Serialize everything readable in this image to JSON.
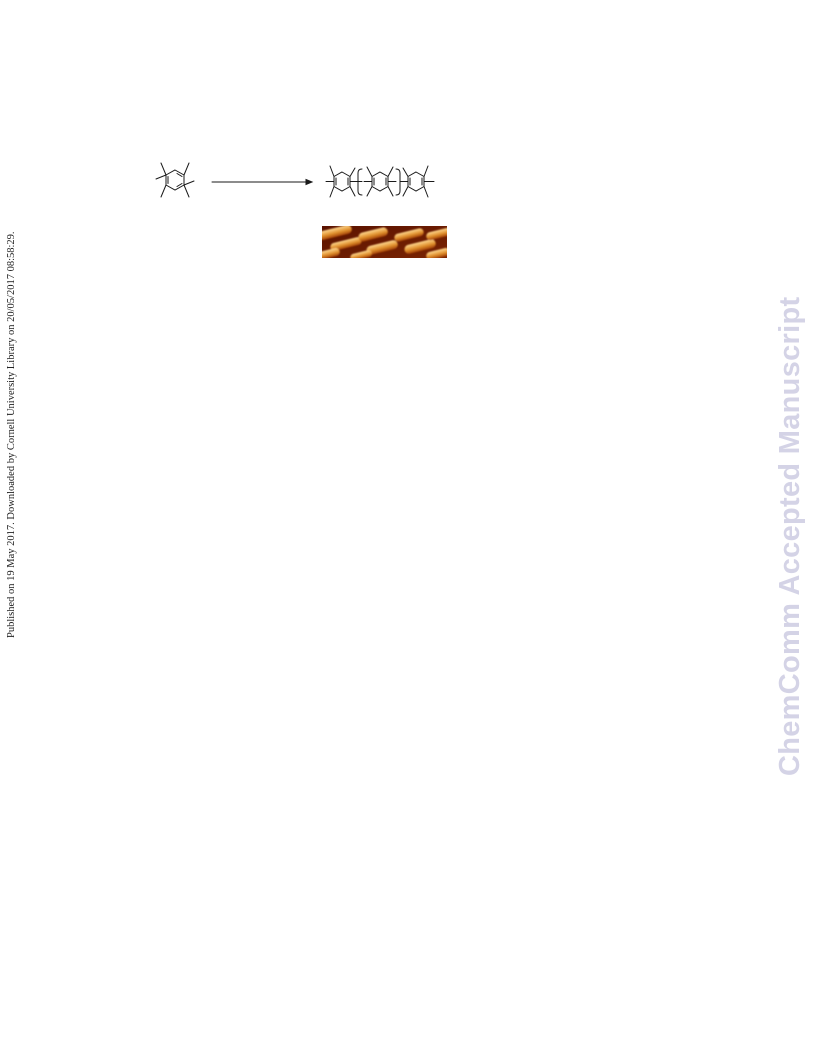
{
  "side_note": {
    "text": "Published on 19 May 2017. Downloaded by Cornell University Library on 20/05/2017 08:58:29."
  },
  "watermark": {
    "text": "ChemComm Accepted Manuscript",
    "color": "#d4d3e6"
  },
  "scheme": {
    "reactant": "hexamethylbenzene-structure",
    "product": "methylated-oligophenylene-structure",
    "arrow_icon": "arrow-right-icon"
  },
  "stm_image": {
    "palette": [
      "#5a1200",
      "#a34008",
      "#e0902c",
      "#ffd890"
    ]
  }
}
